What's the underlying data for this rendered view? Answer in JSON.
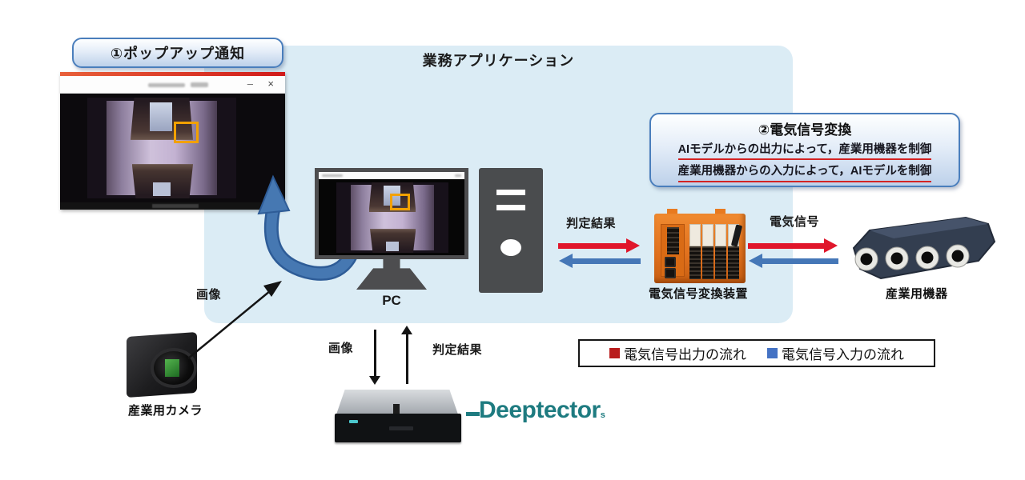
{
  "popup": {
    "badge": "①ポップアップ通知",
    "minimize_glyph": "–",
    "close_glyph": "×"
  },
  "app_region": {
    "label": "業務アプリケーション"
  },
  "signal_note": {
    "title": "②電気信号変換",
    "line1": "AIモデルからの出力によって，産業用機器を制御",
    "line2": "産業用機器からの入力によって，AIモデルを制御"
  },
  "nodes": {
    "pc": "PC",
    "converter": "電気信号変換装置",
    "machine": "産業用機器",
    "camera": "産業用カメラ",
    "ai_engine_logo": "Deeptector",
    "ai_engine_logo_mark": "s"
  },
  "flows": {
    "pc_converter": "判定結果",
    "converter_machine": "電気信号",
    "camera_pc": "画像",
    "pc_server_down": "画像",
    "server_pc_up": "判定結果"
  },
  "legend": {
    "output": "電気信号出力の流れ",
    "input": "電気信号入力の流れ"
  },
  "colors": {
    "region_bg": "#dbecf5",
    "output_red": "#e0162b",
    "input_blue": "#4577b7",
    "legend_red": "#b91c1c",
    "legend_blue": "#4472c4",
    "logo_teal": "#1e7b80",
    "converter_orange": "#e87722"
  }
}
